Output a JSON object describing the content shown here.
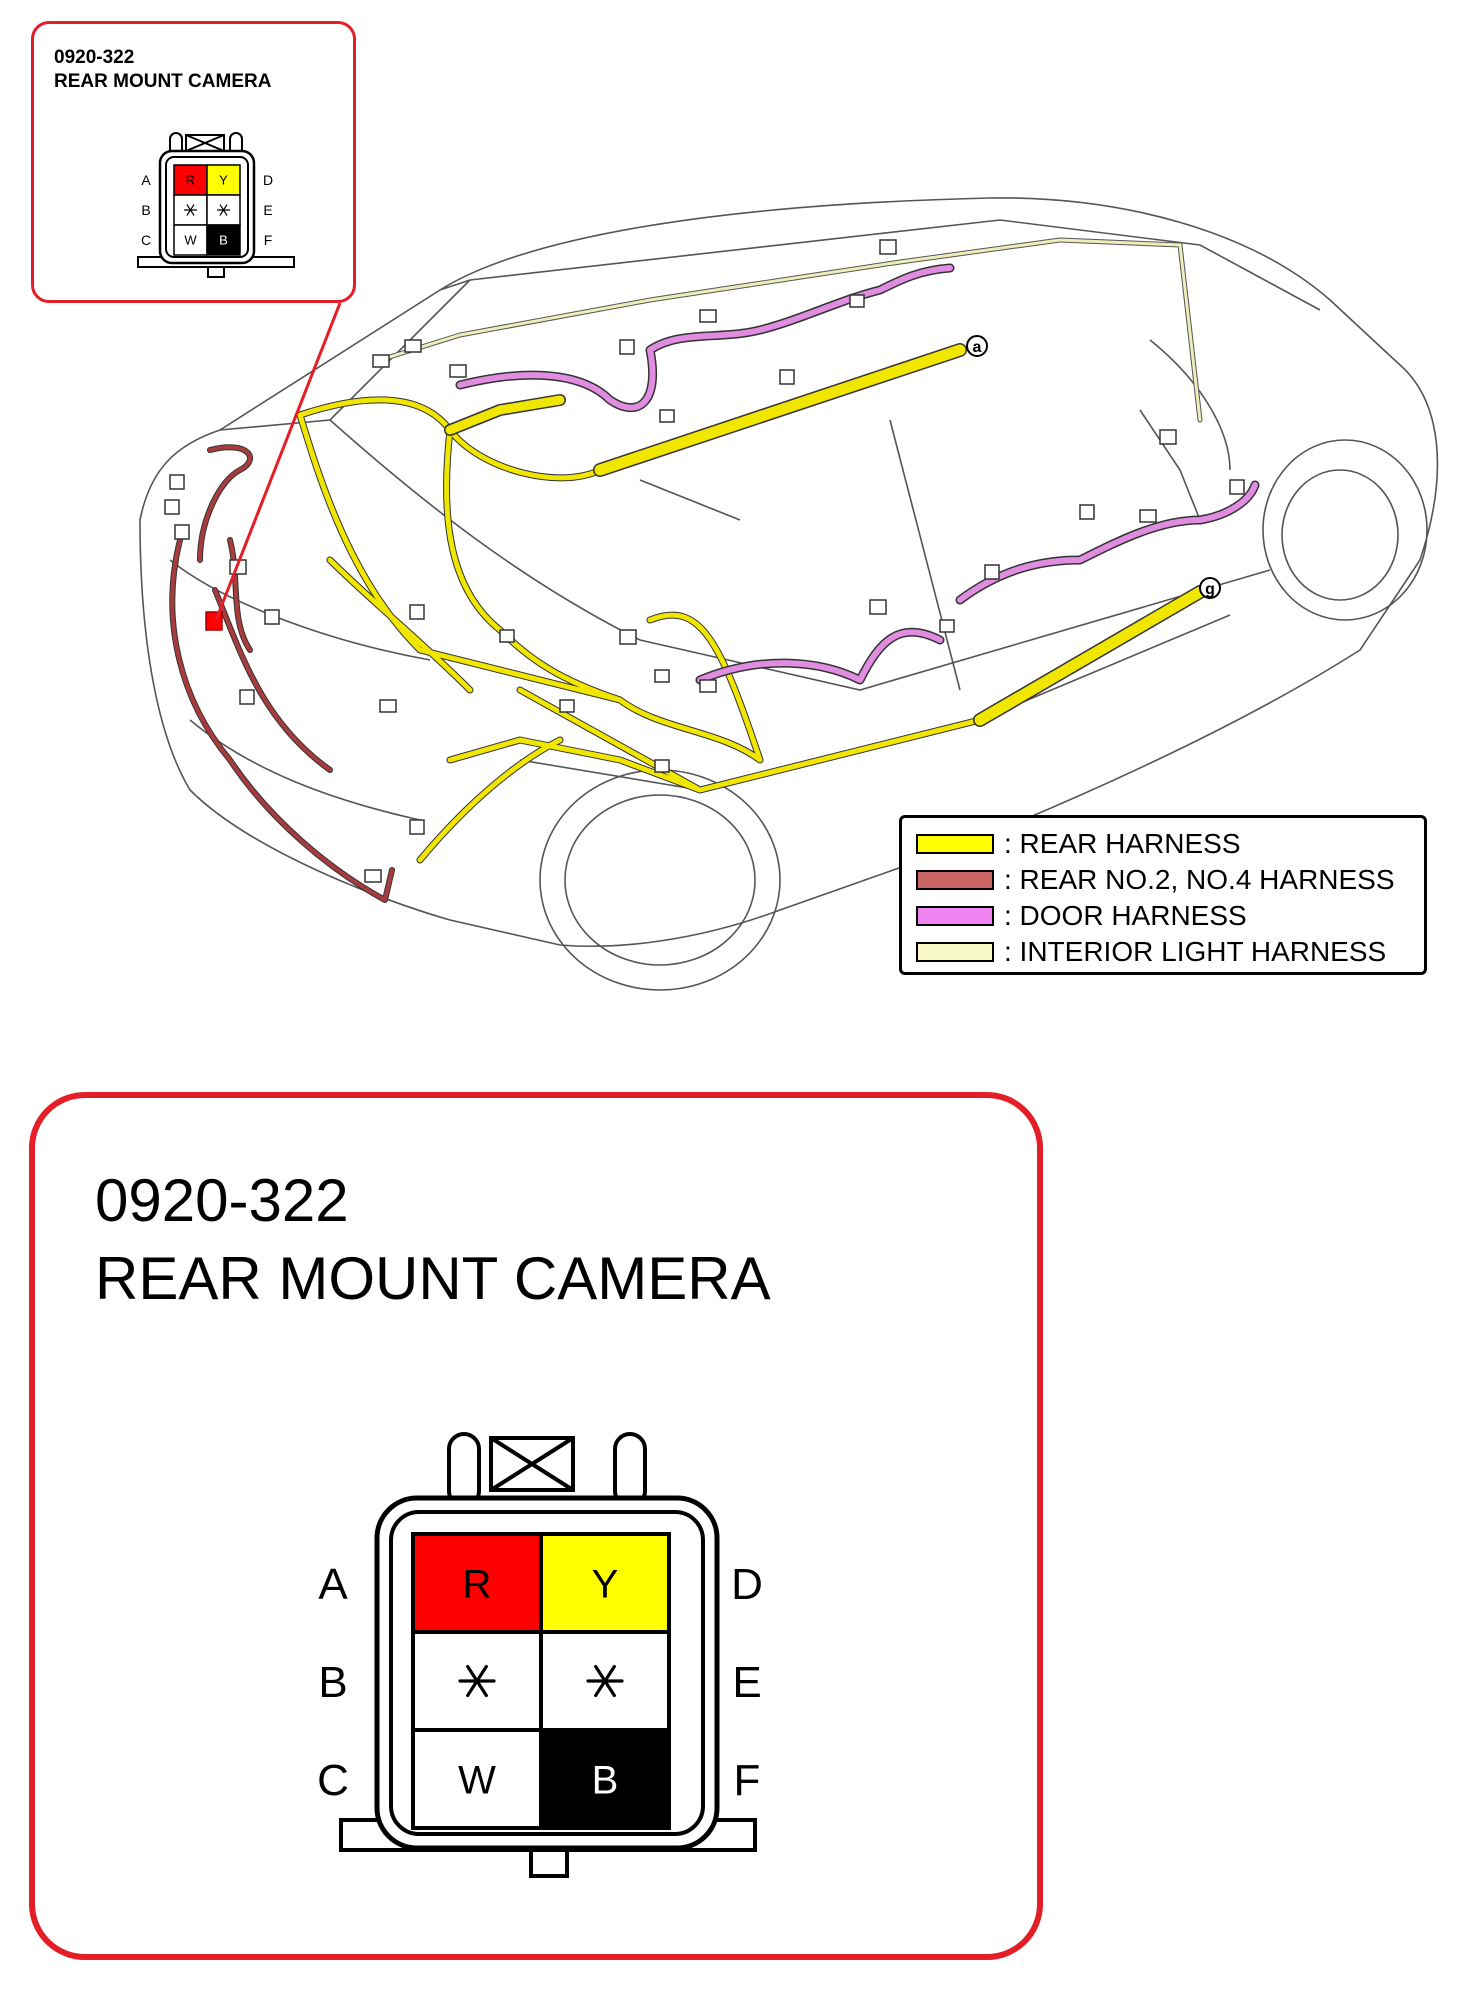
{
  "connector": {
    "code": "0920-322",
    "name": "REAR MOUNT CAMERA",
    "left_pins": [
      "A",
      "B",
      "C"
    ],
    "right_pins": [
      "D",
      "E",
      "F"
    ],
    "cells": [
      {
        "pin": "A",
        "label": "R",
        "fill": "#ff0000",
        "text_color": "#000000"
      },
      {
        "pin": "D",
        "label": "Y",
        "fill": "#ffff00",
        "text_color": "#000000"
      },
      {
        "pin": "B",
        "label": "*",
        "fill": "#ffffff",
        "text_color": "#000000"
      },
      {
        "pin": "E",
        "label": "*",
        "fill": "#ffffff",
        "text_color": "#000000"
      },
      {
        "pin": "C",
        "label": "W",
        "fill": "#ffffff",
        "text_color": "#000000"
      },
      {
        "pin": "F",
        "label": "B",
        "fill": "#000000",
        "text_color": "#ffffff"
      }
    ]
  },
  "diagram": {
    "marker_a": "a",
    "marker_g": "g"
  },
  "legend": {
    "items": [
      {
        "label": ": REAR HARNESS",
        "color": "#ffff00"
      },
      {
        "label": ": REAR NO.2, NO.4 HARNESS",
        "color": "#c86464"
      },
      {
        "label": ": DOOR HARNESS",
        "color": "#ee82ee"
      },
      {
        "label": ": INTERIOR LIGHT HARNESS",
        "color": "#fafac8"
      }
    ]
  },
  "colors": {
    "inset_border": "#e41e26",
    "rear_harness": "#f0e600",
    "rear_no2_harness": "#a83c3c",
    "door_harness": "#e08ce0",
    "interior_light_harness": "#eeeebb",
    "car_outline": "#444444"
  }
}
